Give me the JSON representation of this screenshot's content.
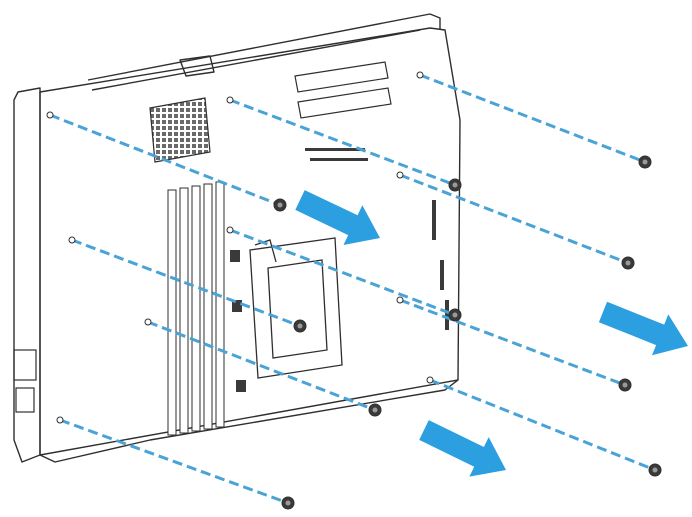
{
  "diagram": {
    "subject": "motherboard-removal",
    "line_color": "#2f2f2f",
    "screw_guide_color": "#4aa3d6",
    "arrow_color": "#2b9fe0",
    "screw_count": 10,
    "arrow_count": 3
  }
}
